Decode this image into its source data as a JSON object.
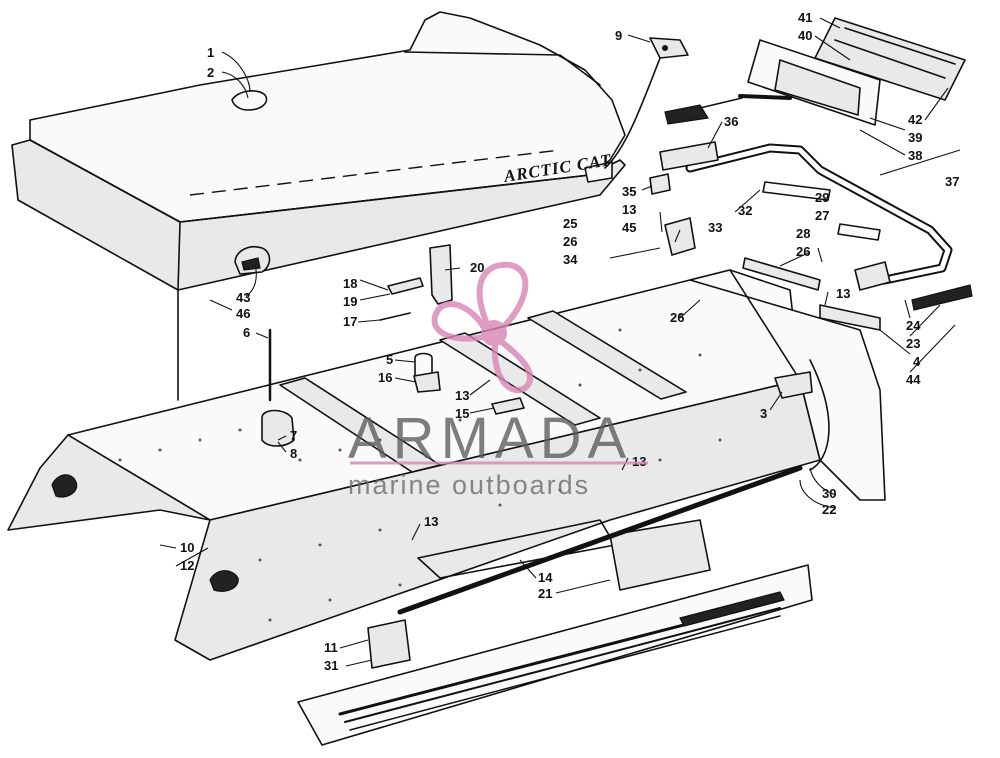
{
  "diagram": {
    "brand_label": "ARCTIC CAT",
    "watermark": {
      "title": "ARMADA",
      "subtitle": "marine outboards",
      "accent_color": "#d985b5"
    },
    "callouts": [
      {
        "id": "c1",
        "label": "1"
      },
      {
        "id": "c2",
        "label": "2"
      },
      {
        "id": "c9",
        "label": "9"
      },
      {
        "id": "c41",
        "label": "41"
      },
      {
        "id": "c40",
        "label": "40"
      },
      {
        "id": "c42",
        "label": "42"
      },
      {
        "id": "c39",
        "label": "39"
      },
      {
        "id": "c38",
        "label": "38"
      },
      {
        "id": "c37",
        "label": "37"
      },
      {
        "id": "c36",
        "label": "36"
      },
      {
        "id": "c35",
        "label": "35"
      },
      {
        "id": "c13a",
        "label": "13"
      },
      {
        "id": "c32",
        "label": "32"
      },
      {
        "id": "c25",
        "label": "25"
      },
      {
        "id": "c26a",
        "label": "26"
      },
      {
        "id": "c45",
        "label": "45"
      },
      {
        "id": "c33",
        "label": "33"
      },
      {
        "id": "c34",
        "label": "34"
      },
      {
        "id": "c29",
        "label": "29"
      },
      {
        "id": "c27",
        "label": "27"
      },
      {
        "id": "c28",
        "label": "28"
      },
      {
        "id": "c26b",
        "label": "26"
      },
      {
        "id": "c13b",
        "label": "13"
      },
      {
        "id": "c24",
        "label": "24"
      },
      {
        "id": "c23",
        "label": "23"
      },
      {
        "id": "c4",
        "label": "4"
      },
      {
        "id": "c44",
        "label": "44"
      },
      {
        "id": "c20",
        "label": "20"
      },
      {
        "id": "c18",
        "label": "18"
      },
      {
        "id": "c19",
        "label": "19"
      },
      {
        "id": "c17",
        "label": "17"
      },
      {
        "id": "c43",
        "label": "43"
      },
      {
        "id": "c46",
        "label": "46"
      },
      {
        "id": "c6",
        "label": "6"
      },
      {
        "id": "c26c",
        "label": "26"
      },
      {
        "id": "c5",
        "label": "5"
      },
      {
        "id": "c16",
        "label": "16"
      },
      {
        "id": "c13c",
        "label": "13"
      },
      {
        "id": "c15",
        "label": "15"
      },
      {
        "id": "c3",
        "label": "3"
      },
      {
        "id": "c7",
        "label": "7"
      },
      {
        "id": "c8",
        "label": "8"
      },
      {
        "id": "c13d",
        "label": "13"
      },
      {
        "id": "c30",
        "label": "30"
      },
      {
        "id": "c22",
        "label": "22"
      },
      {
        "id": "c10",
        "label": "10"
      },
      {
        "id": "c12",
        "label": "12"
      },
      {
        "id": "c13e",
        "label": "13"
      },
      {
        "id": "c14",
        "label": "14"
      },
      {
        "id": "c21",
        "label": "21"
      },
      {
        "id": "c11",
        "label": "11"
      },
      {
        "id": "c31",
        "label": "31"
      }
    ]
  }
}
